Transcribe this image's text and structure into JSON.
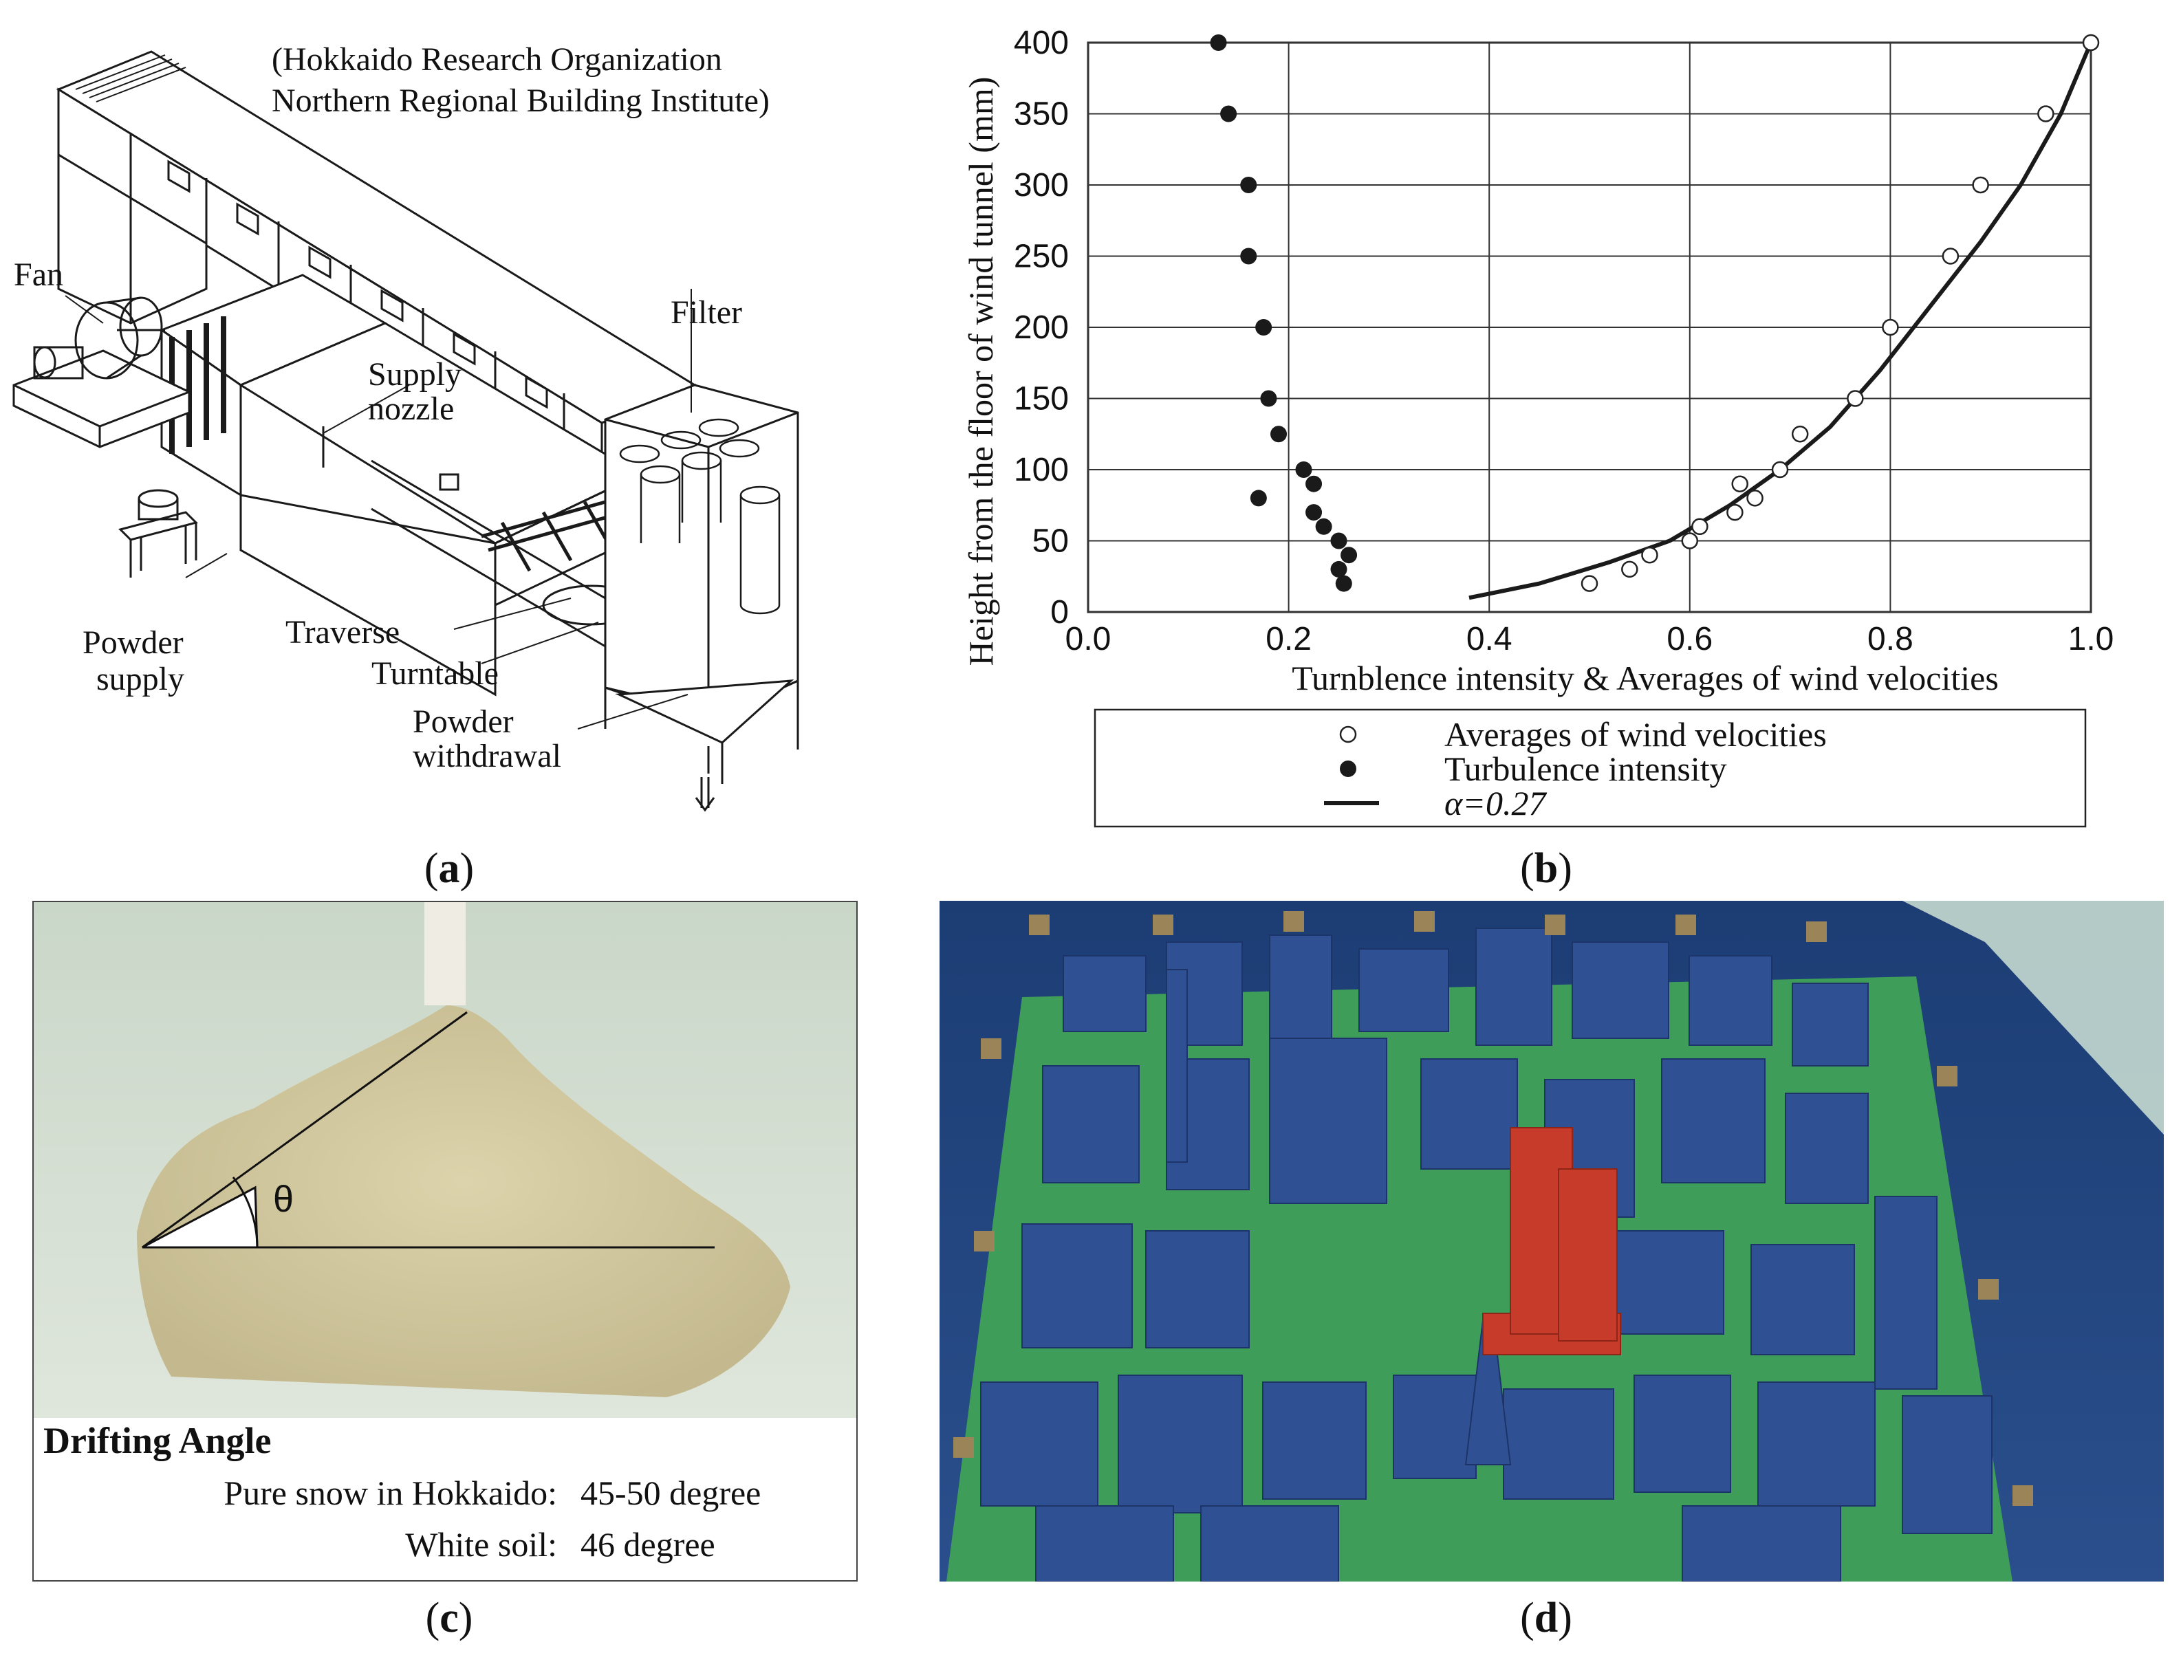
{
  "figure": {
    "panels": {
      "a": {
        "label_letter": "a",
        "org_line1": "(Hokkaido Research Organization",
        "org_line2": "Northern Regional Building Institute)",
        "fan": "Fan",
        "filter": "Filter",
        "supply_line1": "Supply",
        "supply_line2": "nozzle",
        "powder_supply_line1": "Powder",
        "powder_supply_line2": "supply",
        "traverse": "Traverse",
        "turntable": "Turntable",
        "powder_withdrawal_line1": "Powder",
        "powder_withdrawal_line2": "withdrawal"
      },
      "b": {
        "label_letter": "b"
      },
      "c": {
        "label_letter": "c",
        "theta": "θ",
        "title": "Drifting Angle",
        "row1_label": "Pure snow in Hokkaido:",
        "row1_value": "45-50 degree",
        "row2_label": "White soil:",
        "row2_value": "46 degree"
      },
      "d": {
        "label_letter": "d"
      }
    }
  },
  "chart_data": {
    "type": "scatter",
    "xlabel": "Turnblence intensity & Averages of wind velocities",
    "ylabel": "Height from the floor of wind tunnel (mm)",
    "xlim": [
      0.0,
      1.0
    ],
    "ylim": [
      0,
      400
    ],
    "xticks": [
      "0.0",
      "0.2",
      "0.4",
      "0.6",
      "0.8",
      "1.0"
    ],
    "yticks": [
      "0",
      "50",
      "100",
      "150",
      "200",
      "250",
      "300",
      "350",
      "400"
    ],
    "grid": true,
    "legend_placement": "below",
    "series": [
      {
        "name": "Averages of wind velocities",
        "marker": "open-circle",
        "points": [
          [
            0.5,
            20
          ],
          [
            0.54,
            30
          ],
          [
            0.56,
            40
          ],
          [
            0.6,
            50
          ],
          [
            0.61,
            60
          ],
          [
            0.645,
            70
          ],
          [
            0.665,
            80
          ],
          [
            0.65,
            90
          ],
          [
            0.69,
            100
          ],
          [
            0.71,
            125
          ],
          [
            0.765,
            150
          ],
          [
            0.8,
            200
          ],
          [
            0.86,
            250
          ],
          [
            0.89,
            300
          ],
          [
            0.955,
            350
          ],
          [
            1.0,
            400
          ]
        ]
      },
      {
        "name": "Turbulence intensity",
        "marker": "filled-circle",
        "points": [
          [
            0.13,
            400
          ],
          [
            0.14,
            350
          ],
          [
            0.16,
            300
          ],
          [
            0.16,
            250
          ],
          [
            0.175,
            200
          ],
          [
            0.18,
            150
          ],
          [
            0.19,
            125
          ],
          [
            0.215,
            100
          ],
          [
            0.225,
            90
          ],
          [
            0.17,
            80
          ],
          [
            0.225,
            70
          ],
          [
            0.235,
            60
          ],
          [
            0.25,
            50
          ],
          [
            0.26,
            40
          ],
          [
            0.25,
            30
          ],
          [
            0.255,
            20
          ]
        ]
      },
      {
        "name": "α=0.27",
        "marker": "line",
        "points": [
          [
            0.38,
            10
          ],
          [
            0.45,
            20
          ],
          [
            0.52,
            35
          ],
          [
            0.58,
            50
          ],
          [
            0.64,
            75
          ],
          [
            0.69,
            100
          ],
          [
            0.74,
            130
          ],
          [
            0.79,
            170
          ],
          [
            0.84,
            215
          ],
          [
            0.89,
            260
          ],
          [
            0.93,
            300
          ],
          [
            0.97,
            350
          ],
          [
            1.0,
            400
          ]
        ]
      }
    ]
  },
  "colors": {
    "tunnel_line": "#1a1a1a",
    "snow_powder": "#d8cfa8",
    "board_green": "#3a9a56",
    "building_blue": "#2e4f8f",
    "target_building_red": "#c73a28"
  }
}
